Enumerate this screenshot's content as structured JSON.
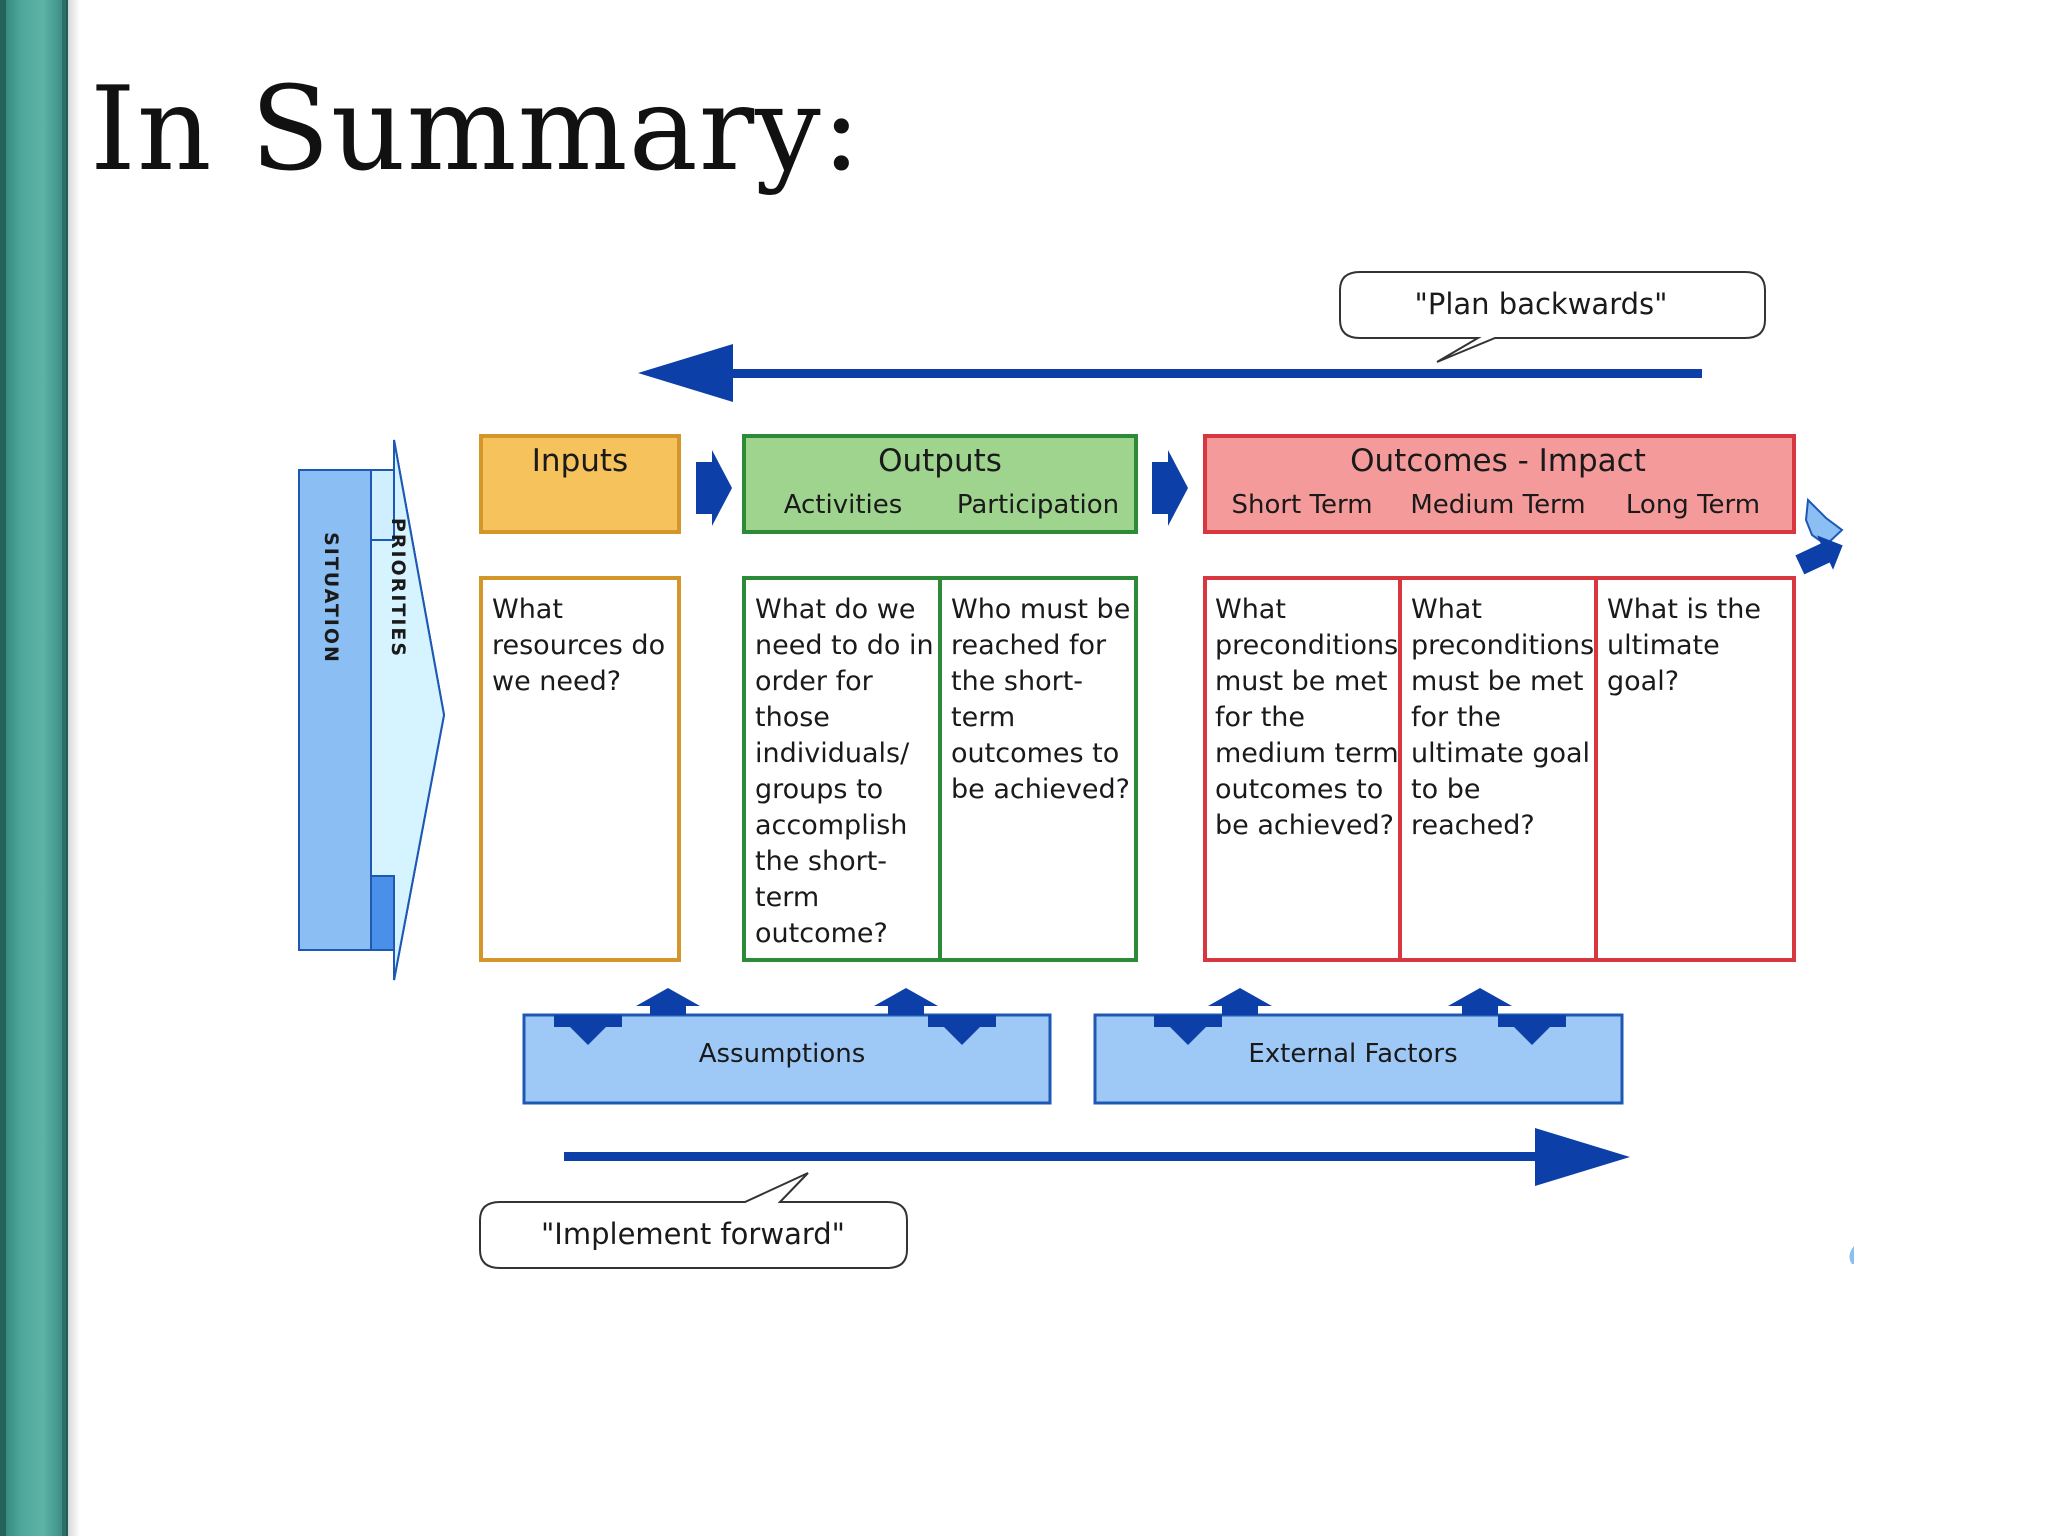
{
  "slide": {
    "title": "In Summary:"
  },
  "diagram": {
    "plan_backwards": "\"Plan backwards\"",
    "implement_forward": "\"Implement forward\"",
    "situation": "SITUATION",
    "priorities": "PRIORITIES",
    "inputs": {
      "title": "Inputs",
      "question": [
        "What",
        "resources do",
        "we need?"
      ]
    },
    "outputs": {
      "title": "Outputs",
      "sub1": "Activities",
      "sub2": "Participation",
      "q1": [
        "What do we",
        "need to do in",
        "order for",
        "those",
        "individuals/",
        "groups to",
        "accomplish",
        "the short-",
        "term",
        "outcome?"
      ],
      "q2": [
        "Who must be",
        "reached for",
        "the short-",
        "term",
        "outcomes to",
        "be achieved?"
      ]
    },
    "outcomes": {
      "title": "Outcomes - Impact",
      "sub1": "Short Term",
      "sub2": "Medium Term",
      "sub3": "Long Term",
      "q1": [
        "What",
        "preconditions",
        "must be met",
        "for the",
        "medium term",
        "outcomes to",
        "be achieved?"
      ],
      "q2": [
        "What",
        "preconditions",
        "must be met",
        "for the",
        "ultimate goal",
        "to be",
        "reached?"
      ],
      "q3": [
        "What is the",
        "ultimate",
        "goal?"
      ]
    },
    "assumptions": "Assumptions",
    "external_factors": "External Factors",
    "colors": {
      "inputs_border": "#d4962a",
      "inputs_fill": "#f5c25c",
      "outputs_border": "#2d8a36",
      "outputs_fill": "#9fd48f",
      "outcomes_border": "#d9373f",
      "outcomes_fill": "#f59a9a",
      "arrow_blue": "#0d3fa8",
      "box_blue": "#9ec8f5"
    }
  }
}
